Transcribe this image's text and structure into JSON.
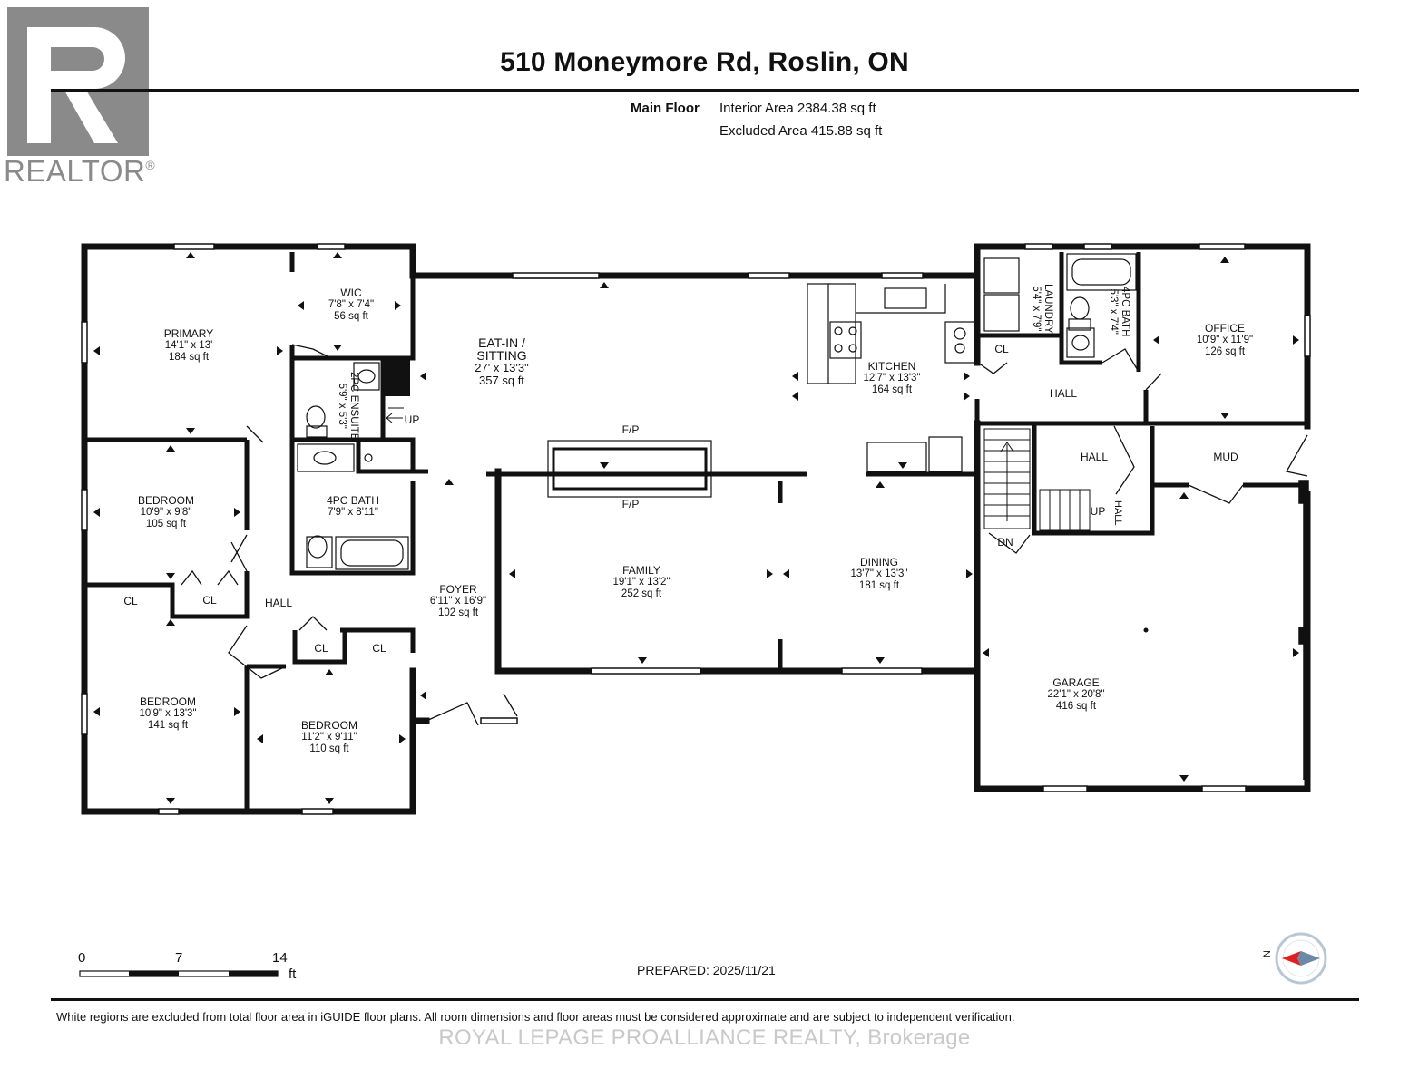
{
  "header": {
    "title": "510 Moneymore Rd, Roslin, ON",
    "floor_label": "Main Floor",
    "interior_area": "Interior Area 2384.38 sq ft",
    "excluded_area": "Excluded Area 415.88 sq ft"
  },
  "logo": {
    "wordmark": "REALTOR",
    "registered": "®"
  },
  "rooms": {
    "primary": {
      "name": "PRIMARY",
      "dims": "14'1\" x 13'",
      "area": "184 sq ft"
    },
    "wic": {
      "name": "WIC",
      "dims": "7'8\" x 7'4\"",
      "area": "56 sq ft"
    },
    "ensuite": {
      "name": "2PC ENSUITE",
      "dims": "5'9\" x 5'3\""
    },
    "eat_in": {
      "name1": "EAT-IN /",
      "name2": "SITTING",
      "dims": "27' x 13'3\"",
      "area": "357 sq ft"
    },
    "kitchen": {
      "name": "KITCHEN",
      "dims": "12'7\" x 13'3\"",
      "area": "164 sq ft"
    },
    "laundry": {
      "name": "LAUNDRY",
      "dims": "5'4\" x 7'9\""
    },
    "bath_4pc_right": {
      "name": "4PC BATH",
      "dims": "5'3\" x 7'4\""
    },
    "office": {
      "name": "OFFICE",
      "dims": "10'9\" x 11'9\"",
      "area": "126 sq ft"
    },
    "bedroom1": {
      "name": "BEDROOM",
      "dims": "10'9\" x 9'8\"",
      "area": "105 sq ft"
    },
    "bath_4pc_left": {
      "name": "4PC BATH",
      "dims": "7'9\" x 8'11\""
    },
    "family": {
      "name": "FAMILY",
      "dims": "19'1\" x 13'2\"",
      "area": "252 sq ft"
    },
    "dining": {
      "name": "DINING",
      "dims": "13'7\" x 13'3\"",
      "area": "181 sq ft"
    },
    "foyer": {
      "name": "FOYER",
      "dims": "6'11\" x 16'9\"",
      "area": "102 sq ft"
    },
    "bedroom2": {
      "name": "BEDROOM",
      "dims": "10'9\" x 13'3\"",
      "area": "141 sq ft"
    },
    "bedroom3": {
      "name": "BEDROOM",
      "dims": "11'2\" x 9'11\"",
      "area": "110 sq ft"
    },
    "garage": {
      "name": "GARAGE",
      "dims": "22'1\" x 20'8\"",
      "area": "416 sq ft"
    }
  },
  "labels": {
    "cl": "CL",
    "hall": "HALL",
    "mud": "MUD",
    "up": "UP",
    "dn": "DN",
    "fp": "F/P"
  },
  "scale": {
    "t0": "0",
    "t1": "7",
    "t2": "14",
    "unit": "ft"
  },
  "compass": {
    "north": "N"
  },
  "footer": {
    "prepared": "PREPARED: 2025/11/21",
    "disclaimer": "White regions are excluded from total floor area in iGUIDE floor plans. All room dimensions and floor areas must be considered approximate and are subject to independent verification.",
    "brokerage": "ROYAL LEPAGE PROALLIANCE REALTY, Brokerage"
  }
}
